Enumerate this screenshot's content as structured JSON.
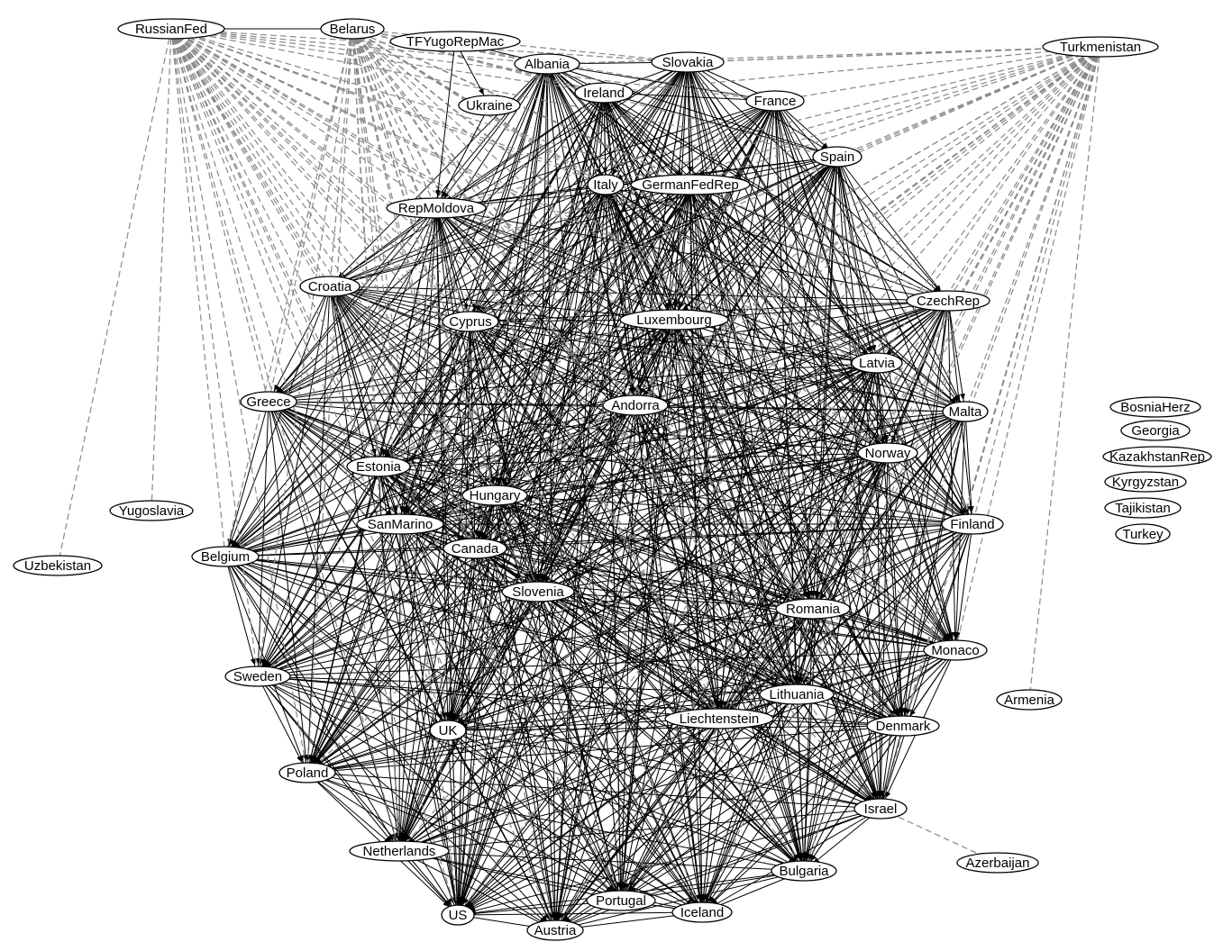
{
  "graph": {
    "nodes": [
      {
        "id": "RussianFed",
        "label": "RussianFed"
      },
      {
        "id": "Belarus",
        "label": "Belarus"
      },
      {
        "id": "TFYugoRepMac",
        "label": "TFYugoRepMac"
      },
      {
        "id": "Albania",
        "label": "Albania"
      },
      {
        "id": "Slovakia",
        "label": "Slovakia"
      },
      {
        "id": "Turkmenistan",
        "label": "Turkmenistan"
      },
      {
        "id": "Ireland",
        "label": "Ireland"
      },
      {
        "id": "Ukraine",
        "label": "Ukraine"
      },
      {
        "id": "France",
        "label": "France"
      },
      {
        "id": "Spain",
        "label": "Spain"
      },
      {
        "id": "Italy",
        "label": "Italy"
      },
      {
        "id": "GermanFedRep",
        "label": "GermanFedRep"
      },
      {
        "id": "RepMoldova",
        "label": "RepMoldova"
      },
      {
        "id": "Croatia",
        "label": "Croatia"
      },
      {
        "id": "Cyprus",
        "label": "Cyprus"
      },
      {
        "id": "Luxembourg",
        "label": "Luxembourg"
      },
      {
        "id": "CzechRep",
        "label": "CzechRep"
      },
      {
        "id": "Latvia",
        "label": "Latvia"
      },
      {
        "id": "Greece",
        "label": "Greece"
      },
      {
        "id": "Andorra",
        "label": "Andorra"
      },
      {
        "id": "Malta",
        "label": "Malta"
      },
      {
        "id": "Norway",
        "label": "Norway"
      },
      {
        "id": "Estonia",
        "label": "Estonia"
      },
      {
        "id": "Hungary",
        "label": "Hungary"
      },
      {
        "id": "Yugoslavia",
        "label": "Yugoslavia"
      },
      {
        "id": "SanMarino",
        "label": "SanMarino"
      },
      {
        "id": "Canada",
        "label": "Canada"
      },
      {
        "id": "Finland",
        "label": "Finland"
      },
      {
        "id": "Uzbekistan",
        "label": "Uzbekistan"
      },
      {
        "id": "Belgium",
        "label": "Belgium"
      },
      {
        "id": "Slovenia",
        "label": "Slovenia"
      },
      {
        "id": "Romania",
        "label": "Romania"
      },
      {
        "id": "Monaco",
        "label": "Monaco"
      },
      {
        "id": "Sweden",
        "label": "Sweden"
      },
      {
        "id": "Lithuania",
        "label": "Lithuania"
      },
      {
        "id": "Armenia",
        "label": "Armenia"
      },
      {
        "id": "Liechtenstein",
        "label": "Liechtenstein"
      },
      {
        "id": "UK",
        "label": "UK"
      },
      {
        "id": "Denmark",
        "label": "Denmark"
      },
      {
        "id": "Poland",
        "label": "Poland"
      },
      {
        "id": "Israel",
        "label": "Israel"
      },
      {
        "id": "Netherlands",
        "label": "Netherlands"
      },
      {
        "id": "Azerbaijan",
        "label": "Azerbaijan"
      },
      {
        "id": "Bulgaria",
        "label": "Bulgaria"
      },
      {
        "id": "US",
        "label": "US"
      },
      {
        "id": "Portugal",
        "label": "Portugal"
      },
      {
        "id": "Iceland",
        "label": "Iceland"
      },
      {
        "id": "Austria",
        "label": "Austria"
      },
      {
        "id": "BosniaHerz",
        "label": "BosniaHerz"
      },
      {
        "id": "Georgia",
        "label": "Georgia"
      },
      {
        "id": "KazakhstanRep",
        "label": "KazakhstanRep"
      },
      {
        "id": "Kyrgyzstan",
        "label": "Kyrgyzstan"
      },
      {
        "id": "Tajikistan",
        "label": "Tajikistan"
      },
      {
        "id": "Turkey",
        "label": "Turkey"
      }
    ],
    "core": [
      "Albania",
      "Slovakia",
      "Ireland",
      "France",
      "Spain",
      "Italy",
      "GermanFedRep",
      "RepMoldova",
      "Croatia",
      "Cyprus",
      "Luxembourg",
      "CzechRep",
      "Latvia",
      "Greece",
      "Andorra",
      "Malta",
      "Norway",
      "Estonia",
      "Hungary",
      "SanMarino",
      "Canada",
      "Finland",
      "Belgium",
      "Slovenia",
      "Romania",
      "Monaco",
      "Sweden",
      "Lithuania",
      "Liechtenstein",
      "UK",
      "Denmark",
      "Poland",
      "Israel",
      "Netherlands",
      "Bulgaria",
      "US",
      "Portugal",
      "Iceland",
      "Austria"
    ],
    "solid_edges": [
      [
        "RussianFed",
        "Belarus"
      ],
      [
        "TFYugoRepMac",
        "Albania"
      ],
      [
        "TFYugoRepMac",
        "RepMoldova"
      ],
      [
        "TFYugoRepMac",
        "Ukraine"
      ],
      [
        "Ukraine",
        "RepMoldova"
      ]
    ],
    "dashed_hubs": [
      "RussianFed",
      "Turkmenistan",
      "Belarus"
    ],
    "dashed_extra_edges": [
      [
        "RussianFed",
        "Yugoslavia"
      ],
      [
        "RussianFed",
        "Uzbekistan"
      ],
      [
        "Turkmenistan",
        "Armenia"
      ],
      [
        "Israel",
        "Azerbaijan"
      ],
      [
        "Turkmenistan",
        "Slovakia"
      ],
      [
        "Belarus",
        "Albania"
      ],
      [
        "Belarus",
        "Ireland"
      ]
    ],
    "colors": {
      "solid_edge": "#000000",
      "dashed_edge": "#888888",
      "node_fill": "#ffffff",
      "node_stroke": "#000000"
    }
  }
}
